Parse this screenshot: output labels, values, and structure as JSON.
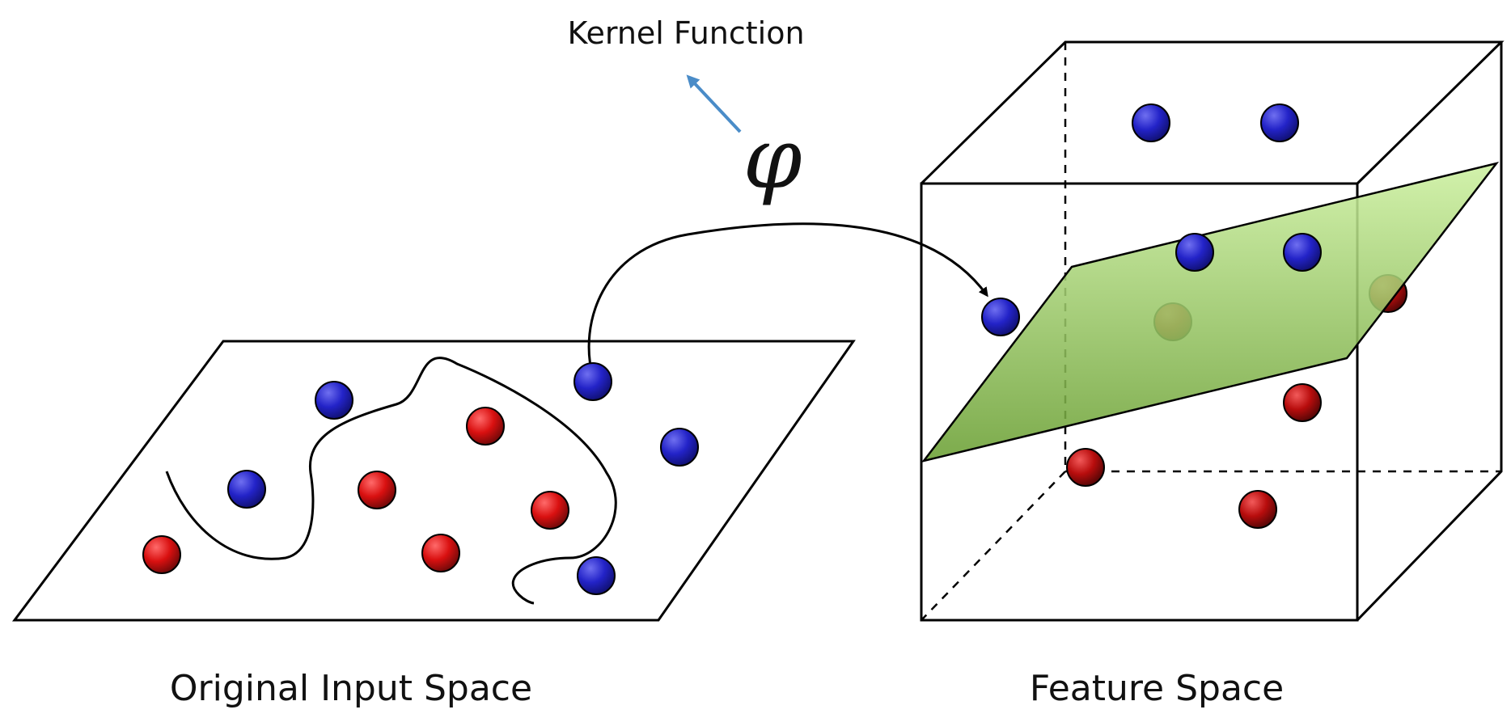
{
  "labels": {
    "kernel_function": "Kernel Function",
    "phi": "φ",
    "original_input_space": "Original Input Space",
    "feature_space": "Feature Space"
  },
  "colors": {
    "blue_point": "#2323c8",
    "red_point": "#d91010",
    "dark_red_point": "#b80d0d",
    "plane_fill_top": "#ccf0a0",
    "plane_fill_bottom": "#6a9f33",
    "annotation_arrow": "#4a8cc8",
    "stroke": "#000000"
  },
  "original_space": {
    "points": [
      {
        "class": "blue"
      },
      {
        "class": "blue"
      },
      {
        "class": "blue"
      },
      {
        "class": "blue"
      },
      {
        "class": "blue"
      },
      {
        "class": "red"
      },
      {
        "class": "red"
      },
      {
        "class": "red"
      },
      {
        "class": "red"
      },
      {
        "class": "red"
      }
    ]
  },
  "feature_space": {
    "points": [
      {
        "class": "blue"
      },
      {
        "class": "blue"
      },
      {
        "class": "blue"
      },
      {
        "class": "blue"
      },
      {
        "class": "blue"
      },
      {
        "class": "red"
      },
      {
        "class": "red"
      },
      {
        "class": "red"
      },
      {
        "class": "red"
      },
      {
        "class": "red"
      }
    ]
  }
}
